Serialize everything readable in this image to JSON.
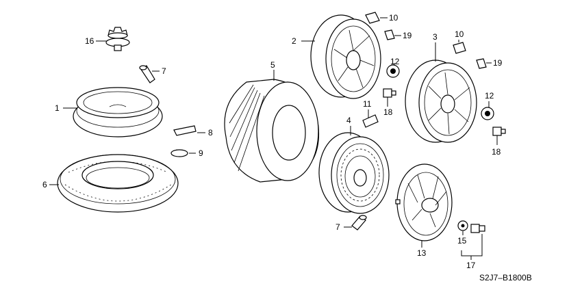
{
  "diagram_code": "S2J7–B1800B",
  "callouts": [
    "1",
    "2",
    "3",
    "4",
    "5",
    "6",
    "7",
    "7",
    "8",
    "9",
    "10",
    "10",
    "11",
    "12",
    "12",
    "13",
    "15",
    "16",
    "17",
    "18",
    "18",
    "19",
    "19"
  ]
}
